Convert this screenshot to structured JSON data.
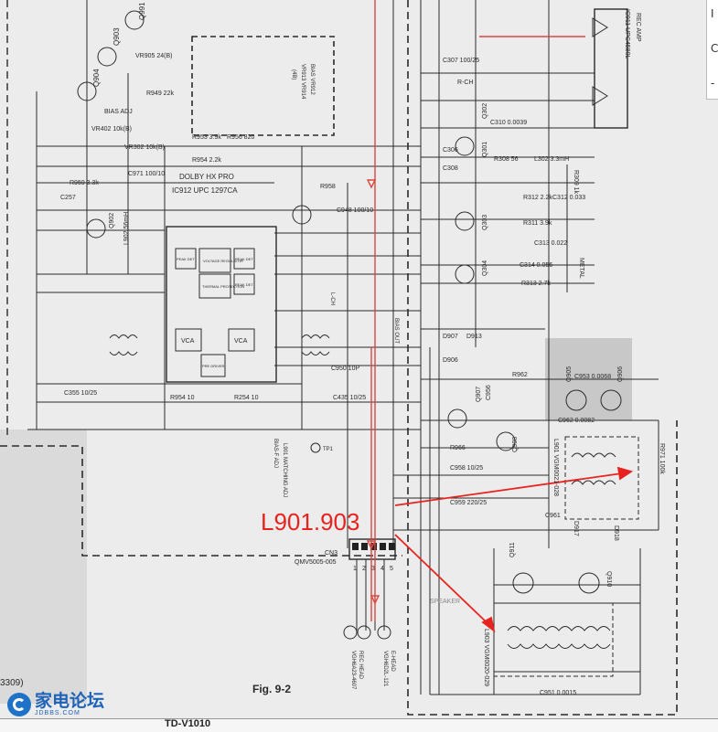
{
  "diagram": {
    "figure_caption": "Fig. 9-2",
    "annotation": {
      "text": "L901.903",
      "color": "#e8231e"
    },
    "colors": {
      "ink": "#2a2a2a",
      "paper": "#ececec",
      "signal": "#d9473f",
      "shaded": "#cfcfcf"
    },
    "ic_blocks": [
      {
        "ref": "dolby-ic",
        "lines": [
          "DOLBY HX PRO",
          "IC912 UPC 1297CA"
        ]
      },
      {
        "ref": "rec-amp-ic",
        "lines": [
          "REC AMP",
          "IC911 UPC4580L"
        ]
      },
      {
        "ref": "bias-vr",
        "lines": [
          "BIAS VR912",
          "VR913 VR914",
          "(4B)"
        ]
      }
    ],
    "ic_sub_blocks": [
      "VOLTAGE REGULATOR",
      "THERMAL PROTECTION",
      "PEAK DET",
      "PEAK DET",
      "PEAK DET",
      "VCA",
      "VCA",
      "PRE DRIVER"
    ],
    "components": [
      "Q991",
      "Q903",
      "Q904",
      "VR905 24(B)",
      "R949 22k",
      "BIAS ADJ",
      "VR402 10k(B)",
      "VR302 10k(B)",
      "R953 3.9k",
      "R956 820",
      "R954 2.2k",
      "C971 100/10",
      "R959 3.3k",
      "Q902",
      "C257",
      "L902 56mH",
      "R958",
      "C948 100/10",
      "Q907",
      "Q908",
      "R962",
      "C953 0.0068",
      "Q905",
      "Q906",
      "C962 0.0082",
      "L901 VGM0021-028",
      "R971 100k",
      "D917",
      "D918",
      "Q911",
      "Q910",
      "L903 VGM0020-029",
      "C951 0.0015",
      "R954 10",
      "R254 10",
      "C950 10P",
      "C435 10/25",
      "C355 10/25",
      "Q301",
      "Q302",
      "Q303",
      "Q304",
      "R308 56",
      "L302 3.3mH",
      "R309 1k",
      "C310 0.0039",
      "R312 2.2k",
      "C312 0.033",
      "R311 3.9k",
      "C313 0.022",
      "C314 0.056",
      "R313 2.7k",
      "D907",
      "D913",
      "D906",
      "C956",
      "C958 10/25",
      "C959 220/25",
      "C961",
      "CN3",
      "R966",
      "C307 100/25",
      "C306",
      "C308"
    ],
    "notes": [
      "BIAS OUT",
      "METAL",
      "R-CH",
      "L-CH",
      "SPEAKER",
      "TP1",
      "BIAS-F ADJ",
      "L901 MATCHING ADJ"
    ],
    "connector": {
      "ref": "CN3",
      "part": "QMV5005-005",
      "pins": [
        "1",
        "2",
        "3",
        "4",
        "5"
      ]
    },
    "heads": [
      {
        "label": "REC HEAD",
        "part": "VGH6A23-4607"
      },
      {
        "label": "E-HEAD",
        "part": "VGH6D2L-121"
      }
    ],
    "page_fragments": {
      "left_bottom": "3309)",
      "footer_part": "TD-V1010"
    },
    "side_panel_chars": [
      "I",
      "C",
      "-"
    ]
  },
  "watermark": {
    "cn": "家电论坛",
    "url": "JDBBS.COM"
  }
}
